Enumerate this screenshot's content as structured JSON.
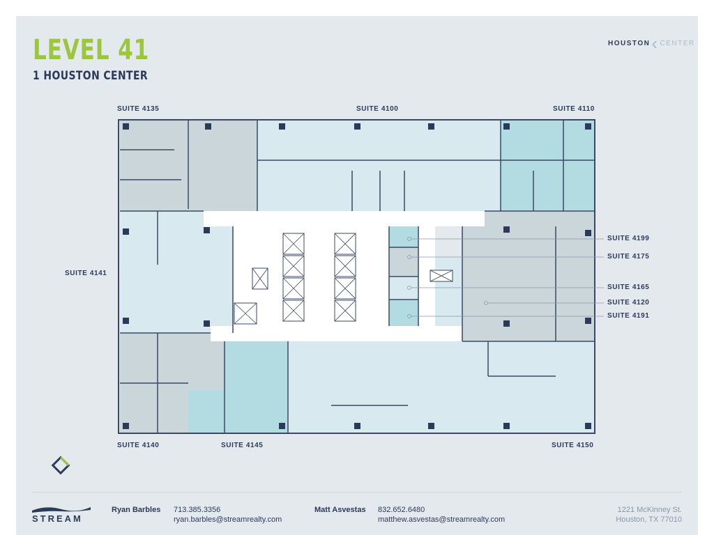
{
  "header": {
    "title": "LEVEL 41",
    "subtitle": "1 HOUSTON CENTER",
    "logo": {
      "part1": "HOUSTON",
      "part2": "CENTER"
    }
  },
  "suites": {
    "s4135": "SUITE  4135",
    "s4100": "SUITE  4100",
    "s4110": "SUITE  4110",
    "s4141": "SUITE  4141",
    "s4199": "SUITE  4199",
    "s4175": "SUITE  4175",
    "s4165": "SUITE  4165",
    "s4120": "SUITE  4120",
    "s4191": "SUITE  4191",
    "s4140": "SUITE  4140",
    "s4145": "SUITE  4145",
    "s4150": "SUITE  4150"
  },
  "colors": {
    "page": "#e4e9ee",
    "title_green": "#9dc63f",
    "navy": "#2c3a5a",
    "suite_gray": "#cbd6db",
    "suite_light_blue": "#d8e9ef",
    "suite_teal": "#b2dce1",
    "core": "#ffffff"
  },
  "footer": {
    "brand": "STREAM",
    "contacts": [
      {
        "name": "Ryan Barbles",
        "phone": "713.385.3356",
        "email": "ryan.barbles@streamrealty.com"
      },
      {
        "name": "Matt Asvestas",
        "phone": "832.652.6480",
        "email": "matthew.asvestas@streamrealty.com"
      }
    ],
    "address_line1": "1221 McKinney St.",
    "address_line2": "Houston, TX 77010"
  }
}
